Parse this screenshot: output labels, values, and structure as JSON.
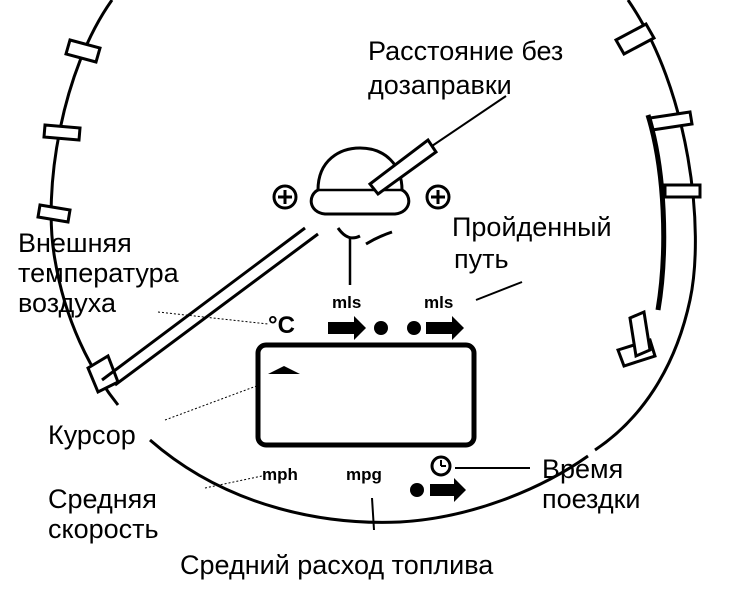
{
  "labels": {
    "range_line1": "Расстояние без",
    "range_line2": "дозаправки",
    "outside_temp_line1": "Внешняя",
    "outside_temp_line2": "температура",
    "outside_temp_line3": "воздуха",
    "distance_line1": "Пройденный",
    "distance_line2": "путь",
    "cursor": "Курсор",
    "avg_speed_line1": "Средняя",
    "avg_speed_line2": "скорость",
    "trip_time_line1": "Время",
    "trip_time_line2": "поездки",
    "avg_fuel": "Средний расход топлива"
  },
  "units": {
    "celsius": "°C",
    "mls_left": "mls",
    "mls_right": "mls",
    "mph": "mph",
    "mpg": "mpg"
  },
  "icons": {
    "left_knob": "crosshead-screw-icon",
    "right_knob": "crosshead-screw-icon",
    "clock": "clock-icon",
    "arrow": "arrow-right-icon"
  }
}
